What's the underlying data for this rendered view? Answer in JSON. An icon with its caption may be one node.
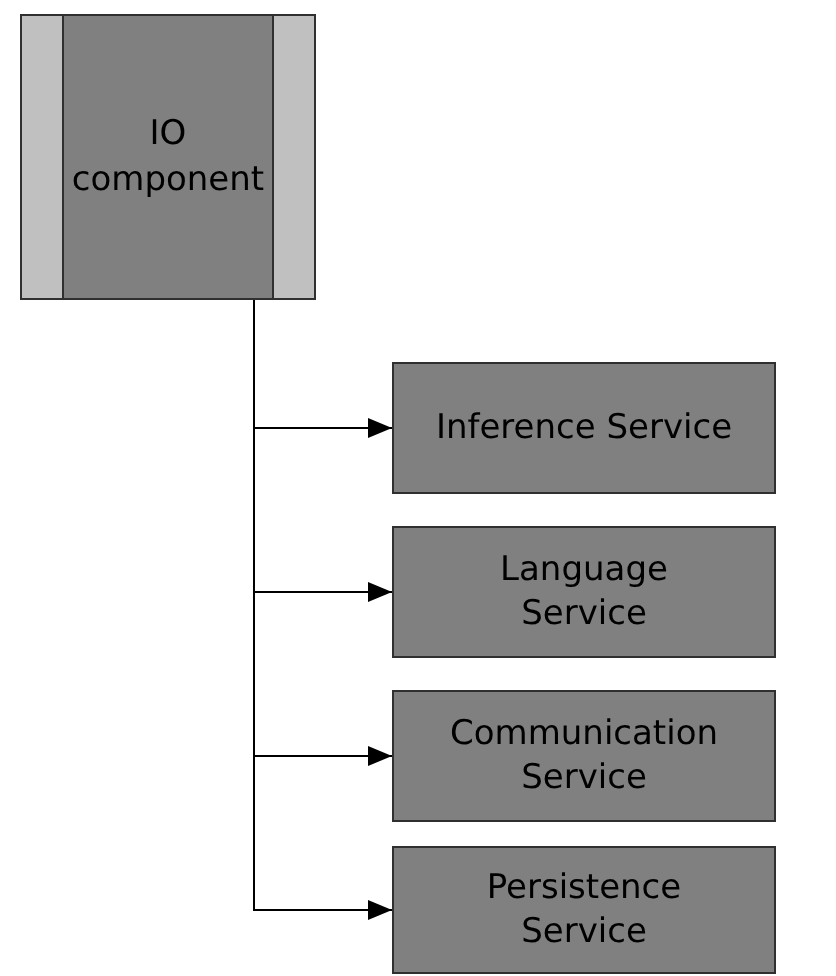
{
  "diagram": {
    "nodes": [
      {
        "text": [
          "IO component"
        ]
      },
      {
        "text": [
          "Inference Service"
        ]
      },
      {
        "text": [
          "Language Service"
        ]
      },
      {
        "text": [
          "Communication Service"
        ]
      },
      {
        "text": [
          "Persistence Service"
        ]
      }
    ],
    "edges": [
      {
        "from": 0,
        "to": 1,
        "arrow": "to"
      },
      {
        "from": 0,
        "to": 2,
        "arrow": "to"
      },
      {
        "from": 0,
        "to": 3,
        "arrow": "to"
      },
      {
        "from": 0,
        "to": 4,
        "arrow": "to"
      }
    ]
  }
}
